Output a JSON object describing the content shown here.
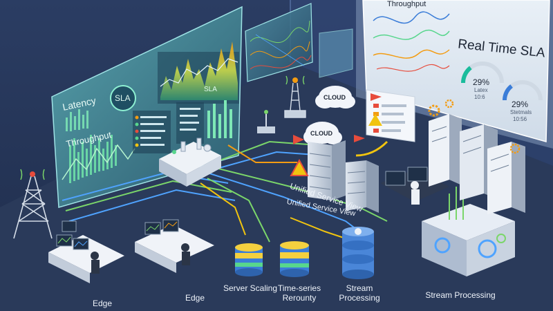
{
  "panels": {
    "latency_label": "Latency",
    "sla_badge": "SLA",
    "throughput_label": "Throughput",
    "sla_small": "SLA",
    "throughput_top": "Throughput"
  },
  "sla_board": {
    "title": "Real Time SLA",
    "gauge_left": {
      "percent": "29%",
      "line1": "Latex",
      "line2": "10:6",
      "fill": 0.29
    },
    "gauge_right": {
      "percent": "29%",
      "line1": "Stetmals",
      "line2": "10:56",
      "fill": 0.29
    }
  },
  "cloud": {
    "label_top": "CLOUD",
    "label_mid": "CLOUD"
  },
  "service_view": {
    "label_a": "Unified Service View",
    "label_b": "Unified Service View"
  },
  "captions": {
    "edge_left": "Edge",
    "edge_mid": "Edge",
    "server_scaling": "Server Scaling",
    "timeseries_line1": "Time-series",
    "timeseries_line2": "Rerounty",
    "stream_mid_line1": "Stream",
    "stream_mid_line2": "Processing",
    "stream_right": "Stream Processing"
  },
  "colors": {
    "background": "#1c2a44",
    "floor": "#2a3a5a",
    "glass_panel": "#3f7c8f",
    "chart_green": "#58d68d",
    "chart_orange": "#f39c12",
    "alert_red": "#e74c3c",
    "alert_yellow": "#f1c40f",
    "flow_blue": "#4fa3ff",
    "flow_green": "#7bd66a",
    "gauge_teal": "#1abc9c",
    "db_blue": "#3b7dd8",
    "db_yellow": "#f4d03f",
    "caption_text": "#1b2433"
  }
}
